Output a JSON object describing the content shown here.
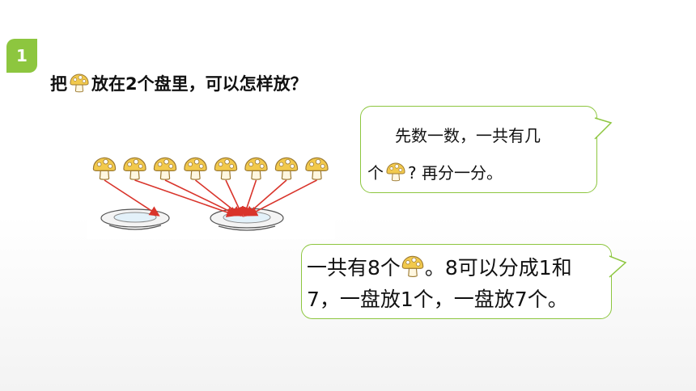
{
  "badge": {
    "number": "1"
  },
  "question": {
    "prefix": "把",
    "suffix": "放在2个盘里，可以怎样放？",
    "icon": "mushroom-icon"
  },
  "illustration": {
    "mushroom_count": 8,
    "plate_count": 2,
    "arrow_color": "#d9342b",
    "icon": "mushroom-icon"
  },
  "bubble1": {
    "line1": "先数一数，一共有几",
    "line2_prefix": "个",
    "line2_suffix": "? 再分一分。"
  },
  "bubble2": {
    "line1_prefix": "一共有8个",
    "line1_suffix": "。8可以分成1和",
    "line2": "7，一盘放1个，一盘放7个。"
  },
  "colors": {
    "accent": "#8dc63f",
    "mushroom_cap": "#f2c94c",
    "arrow": "#d9342b"
  }
}
